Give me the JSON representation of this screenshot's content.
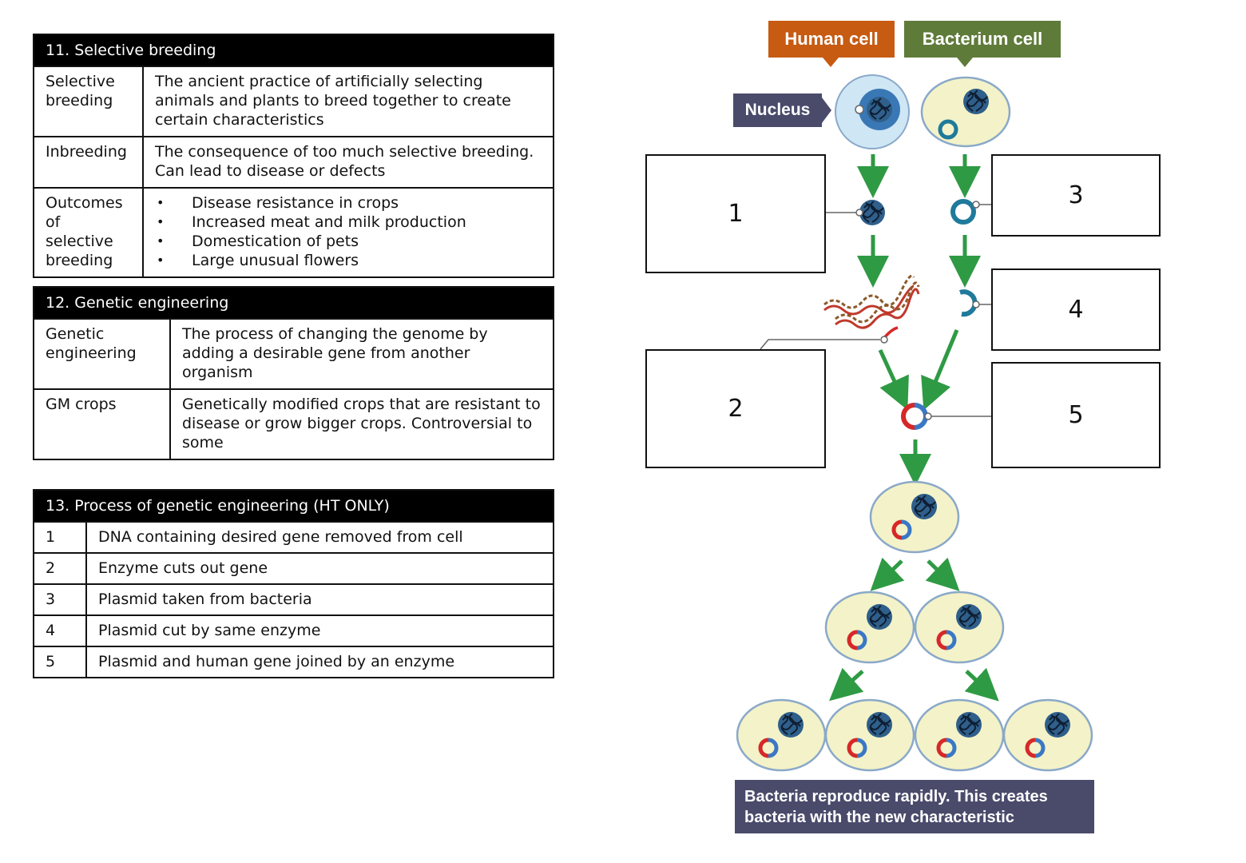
{
  "table11": {
    "title": "11. Selective breeding",
    "rows": [
      {
        "term": "Selective breeding",
        "definition": "The ancient practice of artificially selecting animals and plants to breed together to create certain characteristics"
      },
      {
        "term": "Inbreeding",
        "definition": "The consequence of too much selective breeding. Can lead to disease or defects"
      },
      {
        "term": "Outcomes of selective breeding",
        "bullets": [
          "Disease resistance in crops",
          "Increased meat and milk production",
          "Domestication of pets",
          "Large unusual flowers"
        ]
      }
    ]
  },
  "table12": {
    "title": "12. Genetic engineering",
    "rows": [
      {
        "term": "Genetic engineering",
        "definition": "The process of changing the genome by adding a desirable gene from another organism"
      },
      {
        "term": "GM crops",
        "definition": "Genetically modified crops that are resistant to disease or grow bigger crops. Controversial to some"
      }
    ]
  },
  "table13": {
    "title": "13. Process of genetic engineering (HT ONLY)",
    "steps": [
      {
        "num": "1",
        "text": "DNA containing desired gene removed from cell"
      },
      {
        "num": "2",
        "text": "Enzyme cuts out gene"
      },
      {
        "num": "3",
        "text": "Plasmid taken from bacteria"
      },
      {
        "num": "4",
        "text": "Plasmid cut by same enzyme"
      },
      {
        "num": "5",
        "text": "Plasmid and human gene joined by an enzyme"
      }
    ]
  },
  "diagram": {
    "human_cell_label": "Human cell",
    "bacterium_cell_label": "Bacterium cell",
    "nucleus_label": "Nucleus",
    "boxes": [
      "1",
      "2",
      "3",
      "4",
      "5"
    ],
    "caption": "Bacteria reproduce rapidly. This creates bacteria with the new characteristic",
    "colors": {
      "human_tag": "#c75b12",
      "bacterium_tag": "#5f7b3a",
      "nucleus_tag": "#4a4b6b",
      "arrow": "#2f9a44",
      "cell_fill": "#f4f2c8",
      "cell_stroke": "#8aa9c9",
      "human_cell_fill": "#cfe6f5",
      "plasmid_blue": "#1f7a9b",
      "gene_red": "#d62828"
    }
  }
}
